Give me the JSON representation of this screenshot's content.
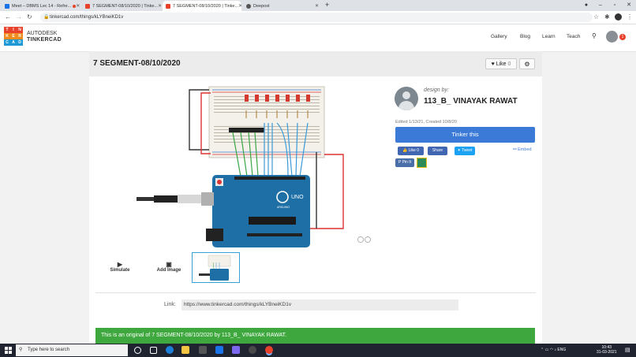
{
  "browser": {
    "tabs": [
      {
        "title": "Meet – DBMS Lec 14 - Refre...",
        "color": "#1a73e8",
        "active": false
      },
      {
        "title": "7 SEGMENT-08/10/2020 | Tinke...",
        "color": "#e8412c",
        "active": false
      },
      {
        "title": "7 SEGMENT-08/10/2020 | Tinke...",
        "color": "#e8412c",
        "active": true
      },
      {
        "title": "Deepost",
        "color": "#555555",
        "active": false
      }
    ],
    "new_tab": "+",
    "url": "tinkercad.com/things/kLYBneiKD1v"
  },
  "site": {
    "logo_letters": [
      "T",
      "I",
      "N",
      "K",
      "E",
      "R",
      "C",
      "A",
      "D"
    ],
    "brand_top": "AUTODESK",
    "brand_bottom": "TINKERCAD",
    "nav": [
      "Gallery",
      "Blog",
      "Learn",
      "Teach"
    ],
    "notification_count": "1"
  },
  "design": {
    "title": "7 SEGMENT-08/10/2020",
    "like_label": "Like",
    "like_count": "0",
    "designed_by_label": "design by:",
    "designer": "113_B_ VINAYAK RAWAT",
    "edited": "Edited 1/13/21, Created 10/8/20",
    "tinker_button": "Tinker this",
    "like_social": "Like 0",
    "share": "Share",
    "tweet": "Tweet",
    "embed": "Embed",
    "pin": "Pin It",
    "simulate": "Simulate",
    "add_image": "Add Image",
    "link_label": "Link:",
    "link_url": "https://www.tinkercad.com/things/kLYBneiKD1v",
    "original_note": "This is an original of 7 SEGMENT-08/10/2020 by 113_B_ VINAYAK RAWAT.",
    "board_label": "UNO",
    "board_brand": "ARDUINO"
  },
  "taskbar": {
    "search_placeholder": "Type here to search",
    "lang": "ENG",
    "time": "10:43",
    "date": "31-03-2021"
  },
  "colors": {
    "accent": "#3c7ad8",
    "green": "#3ea83e",
    "board": "#1d6fa5"
  }
}
